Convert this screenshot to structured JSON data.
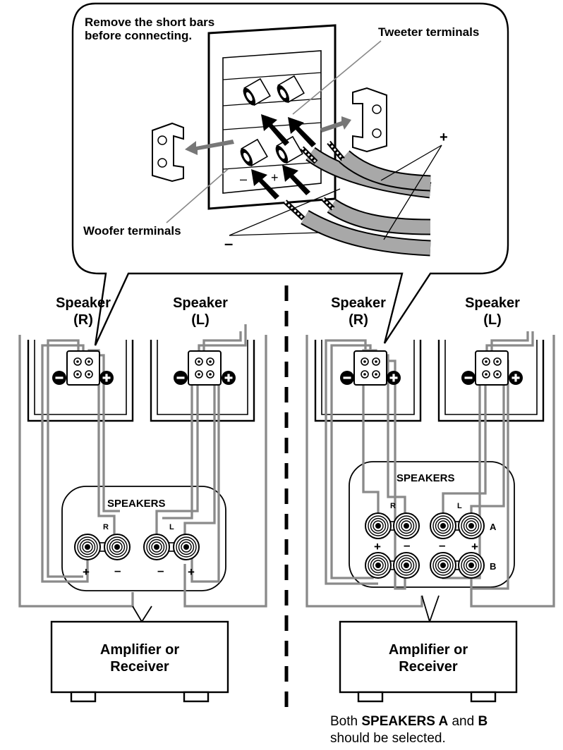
{
  "callout": {
    "instruction": "Remove the short bars before connecting.",
    "tweeter": "Tweeter terminals",
    "woofer": "Woofer terminals",
    "plus": "+",
    "minus": "–"
  },
  "left_setup": {
    "speaker_r_name": "Speaker",
    "speaker_r_side": "(R)",
    "speaker_l_name": "Speaker",
    "speaker_l_side": "(L)",
    "panel_title": "SPEAKERS",
    "ch_r": "R",
    "ch_l": "L",
    "r_plus": "+",
    "r_minus": "–",
    "l_minus": "–",
    "l_plus": "+",
    "amp_line1": "Amplifier or",
    "amp_line2": "Receiver"
  },
  "right_setup": {
    "speaker_r_name": "Speaker",
    "speaker_r_side": "(R)",
    "speaker_l_name": "Speaker",
    "speaker_l_side": "(L)",
    "panel_title": "SPEAKERS",
    "ch_r": "R",
    "ch_l": "L",
    "row_a": "A",
    "row_b": "B",
    "r_plus": "+",
    "r_minus": "–",
    "l_minus": "–",
    "l_plus": "+",
    "amp_line1": "Amplifier or",
    "amp_line2": "Receiver"
  },
  "note": {
    "part1": "Both",
    "bold1": "SPEAKERS A",
    "part2": "and",
    "bold2": "B",
    "line2": "should be selected."
  },
  "colors": {
    "wire": "#8a8a8a",
    "cable": "#a8a8a8",
    "ink": "#000000"
  }
}
